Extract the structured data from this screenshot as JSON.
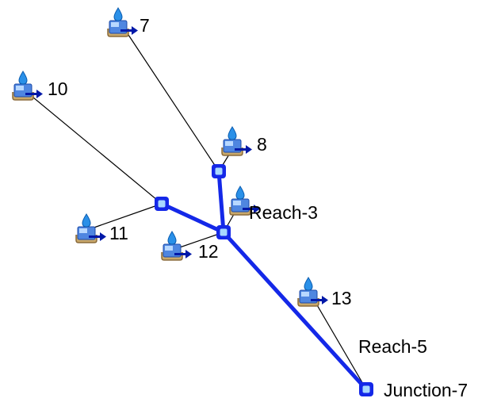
{
  "colors": {
    "background": "#ffffff",
    "reach": "#1428e8",
    "connector": "#000000",
    "junction_fill": "#1428e8",
    "junction_center": "#a8d8ff",
    "subbasin_body": "#3c78d8",
    "subbasin_base": "#8a6a3a",
    "subbasin_drop": "#2a90e8",
    "arrow": "#0018a8"
  },
  "subbasins": [
    {
      "id": "7",
      "label": "7",
      "icon": "subbasin-icon"
    },
    {
      "id": "10",
      "label": "10",
      "icon": "subbasin-icon"
    },
    {
      "id": "8",
      "label": "8",
      "icon": "subbasin-icon"
    },
    {
      "id": "reach3",
      "label": "Reach-3",
      "icon": "subbasin-icon"
    },
    {
      "id": "11",
      "label": "11",
      "icon": "subbasin-icon"
    },
    {
      "id": "12",
      "label": "12",
      "icon": "subbasin-icon"
    },
    {
      "id": "13",
      "label": "13",
      "icon": "subbasin-icon"
    }
  ],
  "junctions": [
    {
      "id": "j-upper",
      "label": "",
      "icon": "junction-icon"
    },
    {
      "id": "j-left",
      "label": "",
      "icon": "junction-icon"
    },
    {
      "id": "j-center",
      "label": "",
      "icon": "junction-icon"
    },
    {
      "id": "junction7",
      "label": "Junction-7",
      "icon": "junction-icon"
    }
  ],
  "reaches": [
    {
      "id": "reach-upper",
      "label": ""
    },
    {
      "id": "reach-left",
      "label": ""
    },
    {
      "id": "reach5",
      "label": "Reach-5"
    }
  ],
  "labels": {
    "reach5": "Reach-5",
    "junction7": "Junction-7"
  }
}
